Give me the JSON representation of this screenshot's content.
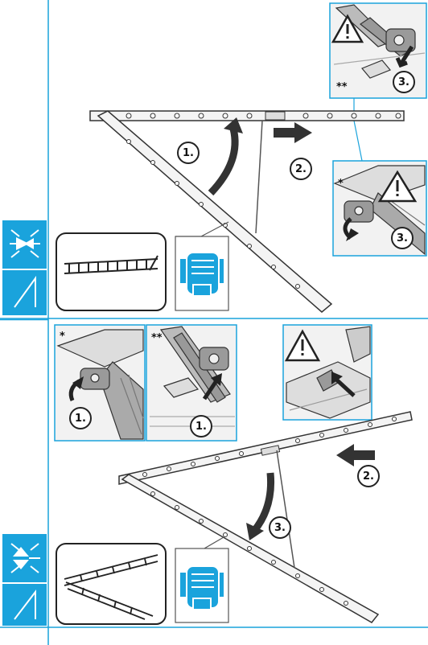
{
  "colors": {
    "accent": "#1aa3dc",
    "frame": "#1aa3dc",
    "ink": "#222222",
    "sidebar": "#1aa3dc"
  },
  "icons": [
    "spread-arrows-icon",
    "a-frame-icon",
    "warning-icon",
    "hand-grip-icon",
    "ladder-thumbnail-icon"
  ],
  "top_panel": {
    "steps": [
      "1.",
      "2.",
      "3.",
      "3."
    ],
    "marks": [
      "**",
      "*"
    ]
  },
  "bottom_panel": {
    "steps": [
      "1.",
      "1.",
      "2.",
      "3."
    ],
    "marks": [
      "*",
      "**"
    ]
  }
}
